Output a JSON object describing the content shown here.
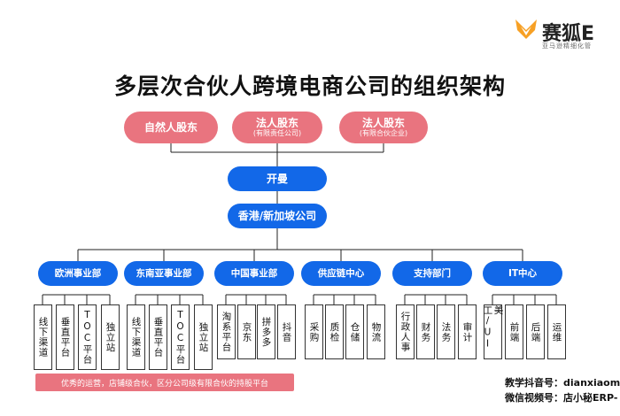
{
  "brand": {
    "name": "赛狐E",
    "tagline": "亚马逊精细化管",
    "color": "#f7a024"
  },
  "title": "多层次合伙人跨境电商公司的组织架构",
  "shareholders": [
    {
      "name": "自然人股东",
      "note": ""
    },
    {
      "name": "法人股东",
      "note": "(有限责任公司)"
    },
    {
      "name": "法人股东",
      "note": "(有限合伙企业)"
    }
  ],
  "levels": {
    "cayman": "开曼",
    "hk_sg": "香港/新加坡公司"
  },
  "departments": [
    {
      "name": "欧洲事业部",
      "units": [
        "线下渠道",
        "垂直平台",
        "TOC平台",
        "独立站"
      ]
    },
    {
      "name": "东南亚事业部",
      "units": [
        "线下渠道",
        "垂直平台",
        "TOC平台",
        "独立站"
      ]
    },
    {
      "name": "中国事业部",
      "units": [
        "淘系平台",
        "京东",
        "拼多多",
        "抖音"
      ]
    },
    {
      "name": "供应链中心",
      "units": [
        "采购",
        "质检",
        "仓储",
        "物流"
      ]
    },
    {
      "name": "支持部门",
      "units": [
        "行政人事",
        "财务",
        "法务",
        "审计"
      ]
    },
    {
      "name": "IT中心",
      "units": [
        "美工/UI",
        "前端",
        "后端",
        "运维"
      ]
    }
  ],
  "banner": "优秀的运营，店铺级合伙，区分公司级有限合伙的持股平台",
  "footer": {
    "douyin": "教学抖音号：dianxiaom",
    "video": "微信视频号：店小秘ERP-"
  },
  "colors": {
    "pink": "#e9747f",
    "blue": "#1268e8",
    "line": "#222222"
  }
}
